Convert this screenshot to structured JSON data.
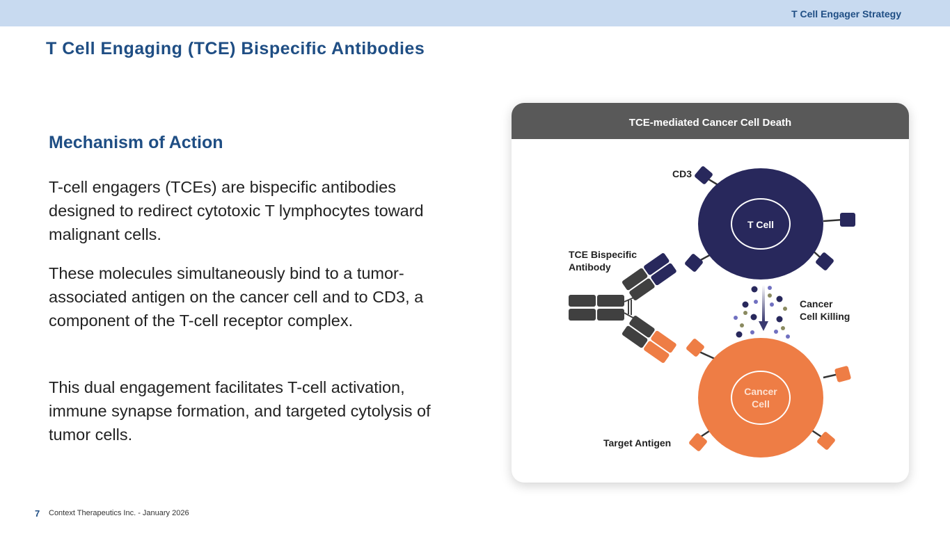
{
  "header": {
    "section": "T Cell Engager Strategy",
    "title": "T Cell Engaging (TCE) Bispecific Antibodies"
  },
  "main": {
    "subheading": "Mechanism of Action",
    "paragraphs": [
      "T-cell engagers (TCEs) are bispecific antibodies designed to redirect cytotoxic T lymphocytes toward malignant cells.",
      "These molecules simultaneously bind to a tumor-associated antigen on the cancer cell and to CD3, a component of the T-cell receptor complex.",
      "This dual engagement facilitates T-cell activation, immune synapse formation, and targeted cytolysis of tumor cells."
    ]
  },
  "diagram": {
    "title": "TCE-mediated Cancer Cell Death",
    "labels": {
      "cd3": "CD3",
      "t_cell": "T Cell",
      "antibody_line1": "TCE Bispecific",
      "antibody_line2": "Antibody",
      "killing_line1": "Cancer",
      "killing_line2": "Cell Killing",
      "cancer_line1": "Cancer",
      "cancer_line2": "Cell",
      "target_antigen": "Target Antigen"
    },
    "colors": {
      "t_cell": "#28285c",
      "cancer_cell": "#ee7d45",
      "antibody": "#404040"
    }
  },
  "footer": {
    "page_number": "7",
    "text": "Context Therapeutics Inc. - January 2026"
  }
}
